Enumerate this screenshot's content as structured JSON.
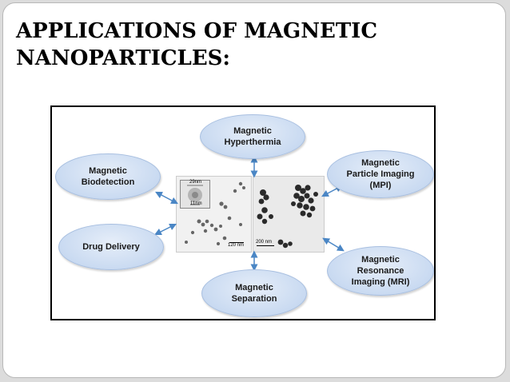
{
  "slide": {
    "title_line1": "APPLICATIONS OF MAGNETIC",
    "title_line2": "NANOPARTICLES:"
  },
  "diagram": {
    "nodes": {
      "hyperthermia": "Magnetic\nHyperthermia",
      "biodetection": "Magnetic\nBiodetection",
      "mpi": "Magnetic\nParticle Imaging\n(MPI)",
      "drug_delivery": "Drug Delivery",
      "mri": "Magnetic\nResonance\nImaging (MRI)",
      "separation": "Magnetic\nSeparation"
    },
    "left_image": {
      "inset_scale_top": "29nm",
      "inset_scale_bottom": "11nm",
      "scale_bar": "120 nm"
    },
    "right_image": {
      "scale_bar": "200 nm"
    },
    "colors": {
      "node_fill": "#c9daf1",
      "arrow": "#4a86c5"
    }
  }
}
